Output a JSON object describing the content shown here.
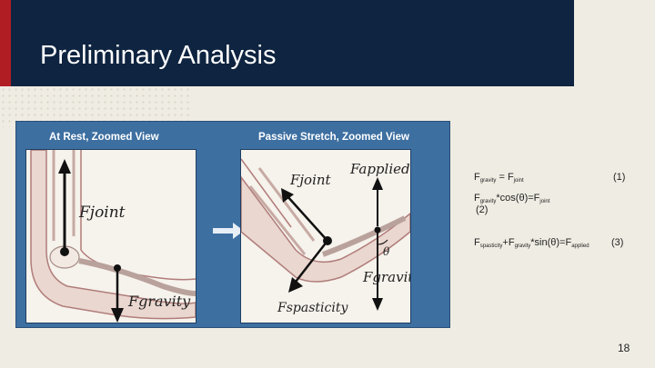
{
  "slide": {
    "title": "Preliminary Analysis",
    "page_number": "18"
  },
  "figure": {
    "left_panel_title": "At Rest, Zoomed View",
    "right_panel_title": "Passive Stretch, Zoomed View",
    "labels": {
      "f_joint_left": "Fjoint",
      "f_gravity_left": "Fgravity",
      "f_joint_right": "Fjoint",
      "f_applied": "Fapplied",
      "f_gravity_right": "Fgravity",
      "f_spasticity": "Fspasticity",
      "theta": "θ"
    }
  },
  "equations": [
    {
      "number": "(1)"
    },
    {
      "number": "(2)"
    },
    {
      "number": "(3)"
    }
  ],
  "eq_text": {
    "f": "F",
    "gravity": "gravity",
    "joint": "joint",
    "spasticity": "spasticity",
    "applied": "applied",
    "eq1_op": " = F",
    "eq2_op": "*cos(θ)=F",
    "eq3_plus": "+F",
    "eq3_op": "*sin(θ)=F"
  }
}
